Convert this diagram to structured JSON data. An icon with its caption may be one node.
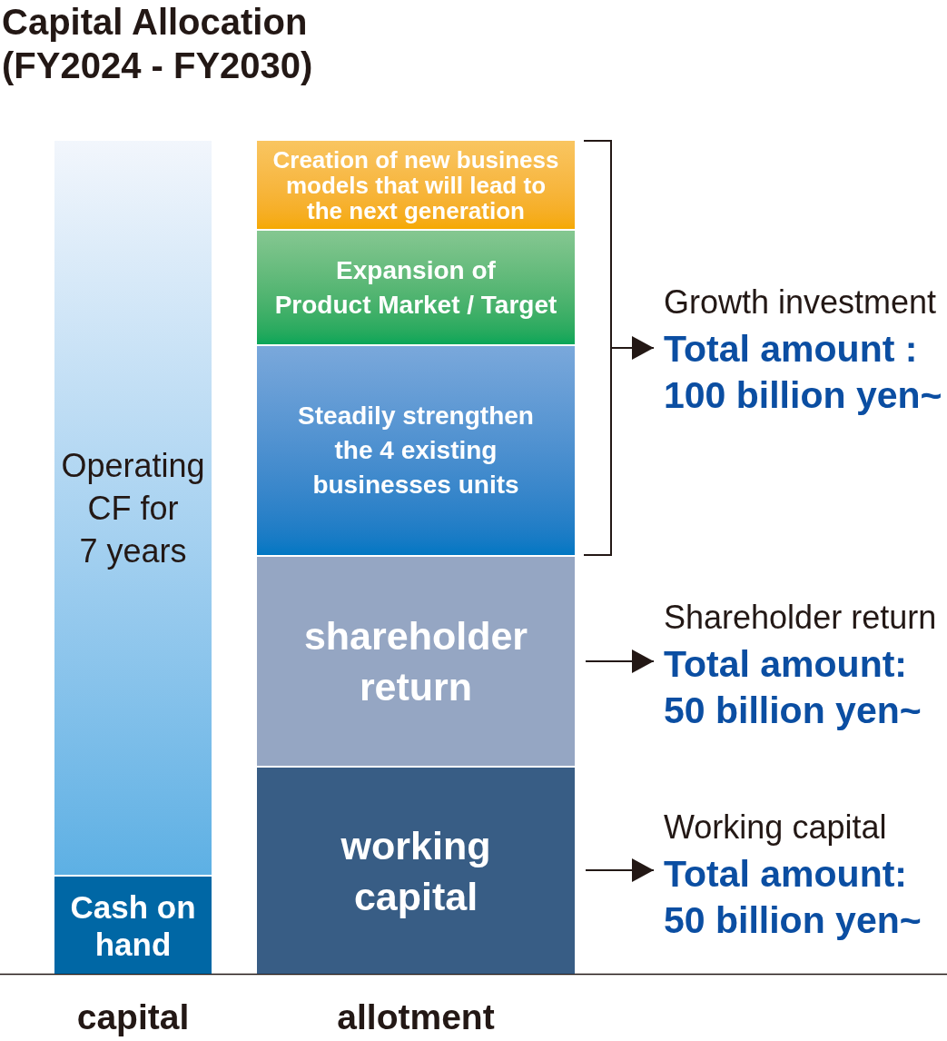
{
  "diagram": {
    "title": "Capital Allocation (FY2024 - FY2030)",
    "nodes": [
      {
        "text": [
          "Operating CF for 7 years"
        ]
      },
      {
        "text": [
          "Cash on hand"
        ]
      },
      {
        "text": [
          "Creation of new business models that will lead to the next generation"
        ]
      },
      {
        "text": [
          "Expansion of Product Market / Target"
        ]
      },
      {
        "text": [
          "Steadily strengthen the 4 existing businesses units"
        ]
      },
      {
        "text": [
          "shareholder return"
        ]
      },
      {
        "text": [
          "working capital"
        ]
      },
      {
        "text": [],
        "shape": "bracket"
      },
      {
        "text": [
          "Growth investment",
          "Total amount : 100 billion yen~"
        ]
      },
      {
        "text": [
          "Shareholder return",
          "Total amount: 50 billion yen~"
        ]
      },
      {
        "text": [
          "Working capital",
          "Total amount: 50 billion yen~"
        ]
      }
    ],
    "edges": [
      {
        "from": 7,
        "to": 8,
        "arrow": "to"
      },
      {
        "from": 5,
        "to": 9,
        "arrow": "to"
      },
      {
        "from": 6,
        "to": 10,
        "arrow": "to"
      }
    ],
    "labels": [
      "capital",
      "allotment"
    ]
  }
}
